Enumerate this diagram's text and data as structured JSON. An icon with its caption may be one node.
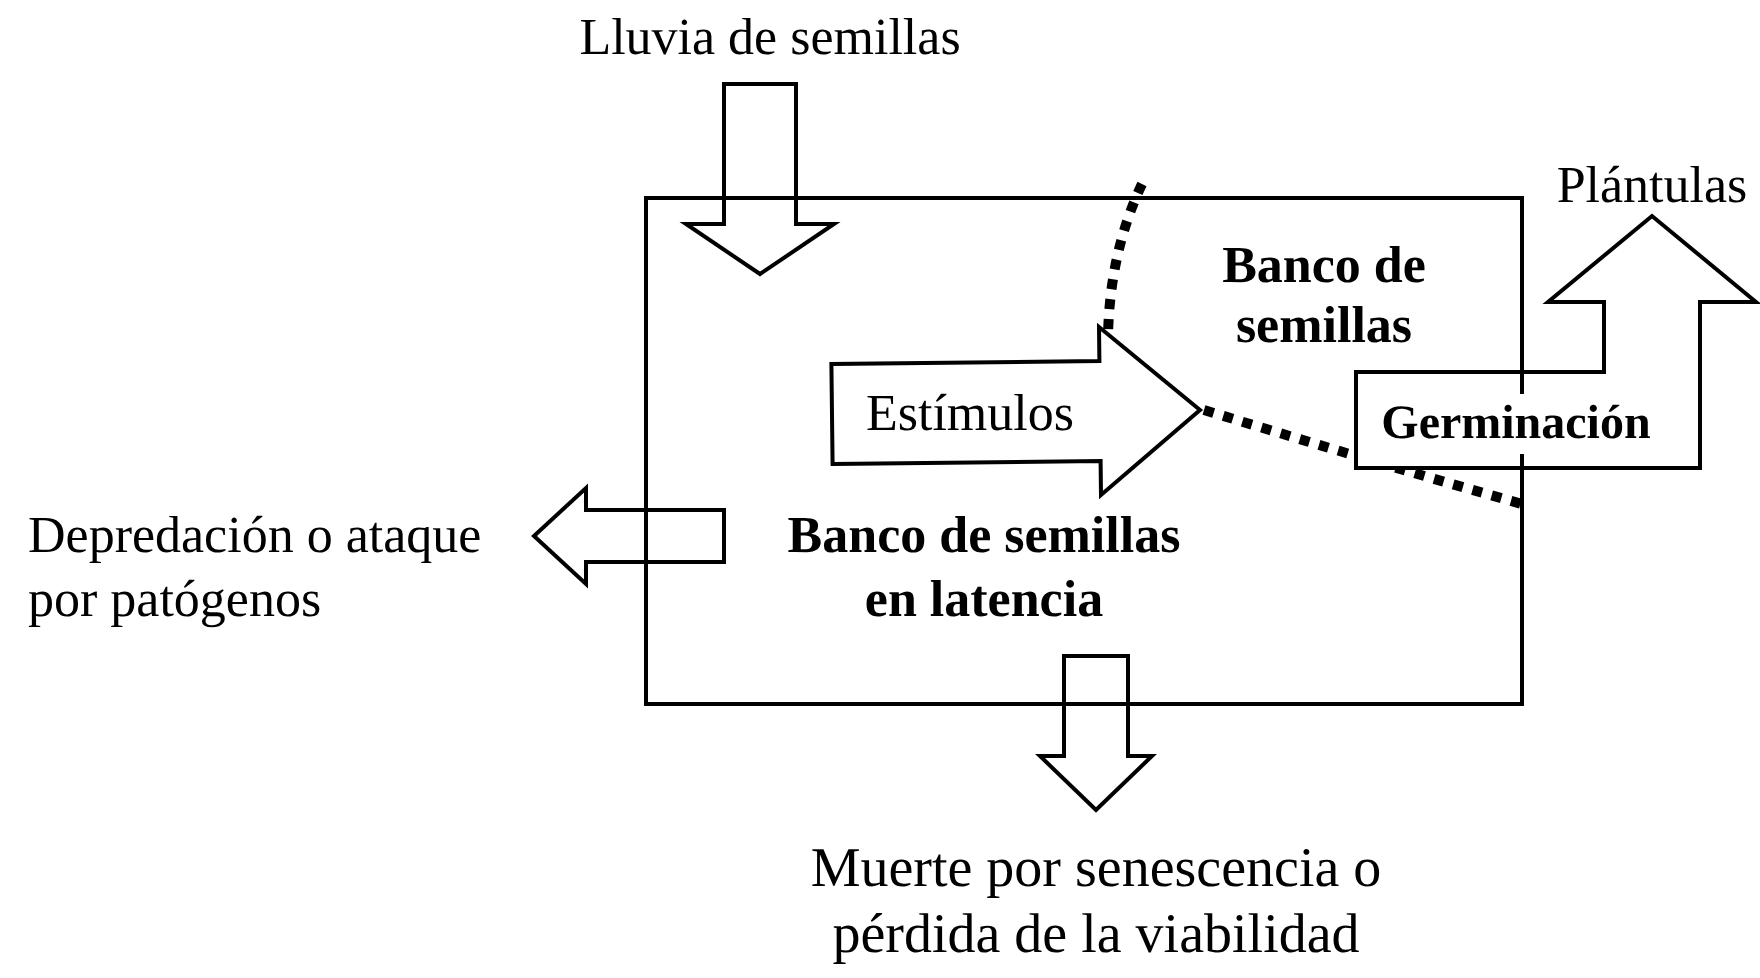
{
  "diagram": {
    "nodes": [
      {
        "text": [],
        "shape": "box"
      },
      {
        "text": [
          "Banco de semillas en latencia"
        ],
        "in": 0
      },
      {
        "text": [
          "Banco de semillas"
        ],
        "in": 0
      },
      {
        "text": [
          "Lluvia de semillas"
        ]
      },
      {
        "text": [
          "Plántulas"
        ]
      },
      {
        "text": [
          "Depredación o ataque por patógenos"
        ]
      },
      {
        "text": [
          "Muerte por senescencia o pérdida de la viabilidad"
        ]
      }
    ],
    "edges": [
      {
        "from": 3,
        "to": 0,
        "arrow": "to"
      },
      {
        "from": 1,
        "to": 2,
        "arrow": "to",
        "label": "Estímulos"
      },
      {
        "from": 2,
        "to": 4,
        "arrow": "to",
        "label": "Germinación"
      },
      {
        "from": 0,
        "to": 5,
        "arrow": "to"
      },
      {
        "from": 0,
        "to": 6,
        "arrow": "to"
      }
    ]
  }
}
